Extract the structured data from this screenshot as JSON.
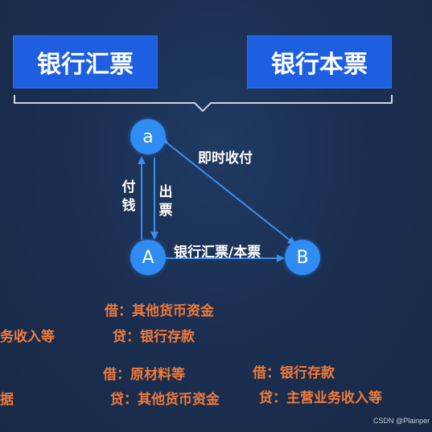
{
  "header": {
    "left_title": "银行汇票",
    "right_title": "银行本票"
  },
  "diagram": {
    "nodes": {
      "a": "a",
      "A": "A",
      "B": "B"
    },
    "edges": {
      "pay": "付钱",
      "issue": "出票",
      "draft": "银行汇票/本票",
      "collect": "即时收付"
    }
  },
  "entries": {
    "e1": "借：其他货币资金",
    "e2": "务收入等",
    "e3": "贷：银行存款",
    "e4": "借：原材料等",
    "e5": "借：银行存款",
    "e6": "据",
    "e7": "贷：其他货币资金",
    "e8": "贷：主营业务收入等"
  },
  "watermark": "CSDN @Plainper",
  "colors": {
    "background": "#1a2c4d",
    "header_box": "#1d5fe0",
    "node": "#2f8cf2",
    "entry_text": "#f07a3a",
    "line": "#3a8ff0"
  }
}
